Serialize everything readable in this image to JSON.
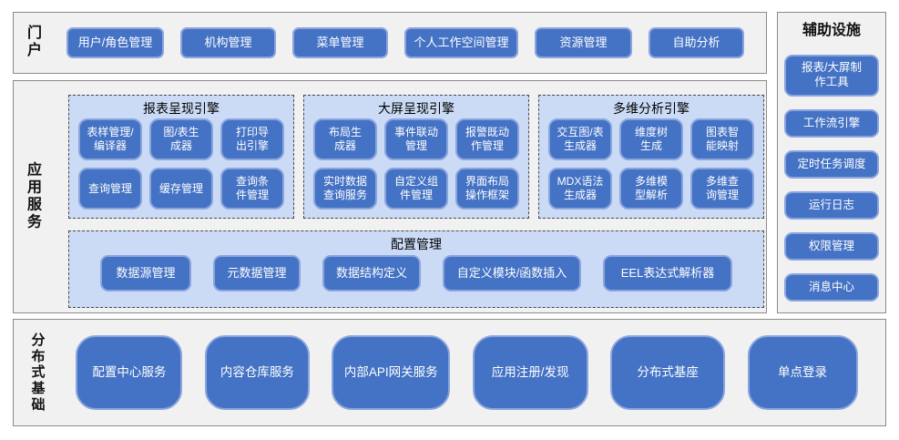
{
  "colors": {
    "button_fill": "#4472c4",
    "button_border": "#8aa5de",
    "panel_fill": "#cbdbf6",
    "section_fill": "#f1f1f1"
  },
  "portal": {
    "label": "门户",
    "items": [
      "用户/角色管理",
      "机构管理",
      "菜单管理",
      "个人工作空间管理",
      "资源管理",
      "自助分析"
    ]
  },
  "app_services": {
    "label": "应用服务",
    "groups": [
      {
        "title": "报表呈现引擎",
        "items": [
          "表样管理/\n编译器",
          "图/表生\n成器",
          "打印导\n出引擎",
          "查询管理",
          "缓存管理",
          "查询条\n件管理"
        ]
      },
      {
        "title": "大屏呈现引擎",
        "items": [
          "布局生\n成器",
          "事件联动\n管理",
          "报警既动\n作管理",
          "实时数据\n查询服务",
          "自定义组\n件管理",
          "界面布局\n操作框架"
        ]
      },
      {
        "title": "多维分析引擎",
        "items": [
          "交互图/表\n生成器",
          "维度树\n生成",
          "图表智\n能映射",
          "MDX语法\n生成器",
          "多维模\n型解析",
          "多维查\n询管理"
        ]
      }
    ],
    "config": {
      "title": "配置管理",
      "items": [
        "数据源管理",
        "元数据管理",
        "数据结构定义",
        "自定义模块/函数插入",
        "EEL表达式解析器"
      ]
    }
  },
  "foundation": {
    "label": "分布式基础",
    "items": [
      "配置中心服务",
      "内容仓库服务",
      "内部API网关服务",
      "应用注册/发现",
      "分布式基座",
      "单点登录"
    ]
  },
  "auxiliary": {
    "title": "辅助设施",
    "items": [
      "报表/大屏制\n作工具",
      "工作流引擎",
      "定时任务调度",
      "运行日志",
      "权限管理",
      "消息中心"
    ]
  }
}
